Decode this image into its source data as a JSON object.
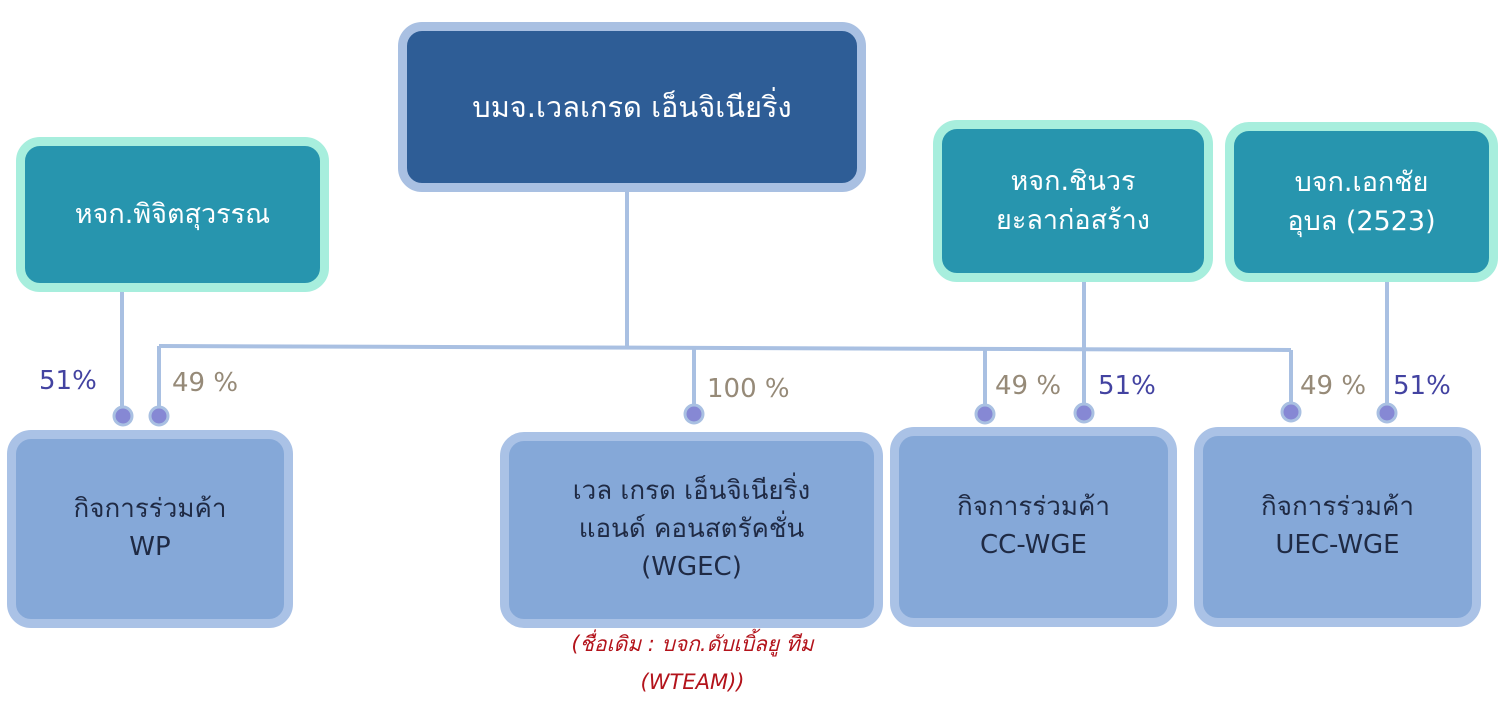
{
  "parent": {
    "name": "บมจ.เวลเกรด เอ็นจิเนียริ่ง"
  },
  "partners": [
    {
      "lines": [
        "หจก.พิจิตสุวรรณ"
      ]
    },
    {
      "lines": [
        "หจก.ชินวร",
        "ยะลาก่อสร้าง"
      ]
    },
    {
      "lines": [
        "บจก.เอกชัย",
        "อุบล (2523)"
      ]
    }
  ],
  "ventures": [
    {
      "lines": [
        "กิจการร่วมค้า",
        "WP"
      ]
    },
    {
      "lines": [
        "เวล เกรด เอ็นจิเนียริ่ง",
        "แอนด์ คอนสตรัคชั่น",
        "(WGEC)"
      ]
    },
    {
      "lines": [
        "กิจการร่วมค้า",
        "CC-WGE"
      ]
    },
    {
      "lines": [
        "กิจการร่วมค้า",
        "UEC-WGE"
      ]
    }
  ],
  "ownership": [
    {
      "from": "partner-0",
      "to": "venture-0",
      "label": "51%"
    },
    {
      "from": "parent",
      "to": "venture-0",
      "label": "49 %"
    },
    {
      "from": "parent",
      "to": "venture-1",
      "label": "100 %"
    },
    {
      "from": "parent",
      "to": "venture-2",
      "label": "49 %"
    },
    {
      "from": "partner-1",
      "to": "venture-2",
      "label": "51%"
    },
    {
      "from": "parent",
      "to": "venture-3",
      "label": "49 %"
    },
    {
      "from": "partner-2",
      "to": "venture-3",
      "label": "51%"
    }
  ],
  "former_name_note": [
    "(ชื่อเดิม : บจก.ดับเบิ้ลยู ทีม",
    "(WTEAM))"
  ],
  "colors": {
    "parent_fill": "#2e5d96",
    "partner_fill": "#2795ae",
    "venture_fill": "#85a8d8",
    "connector": "#a9c0e2",
    "dot": "#8688d4",
    "major_pct": "#4343a1",
    "minor_pct": "#968a78",
    "note": "#b3131b"
  }
}
